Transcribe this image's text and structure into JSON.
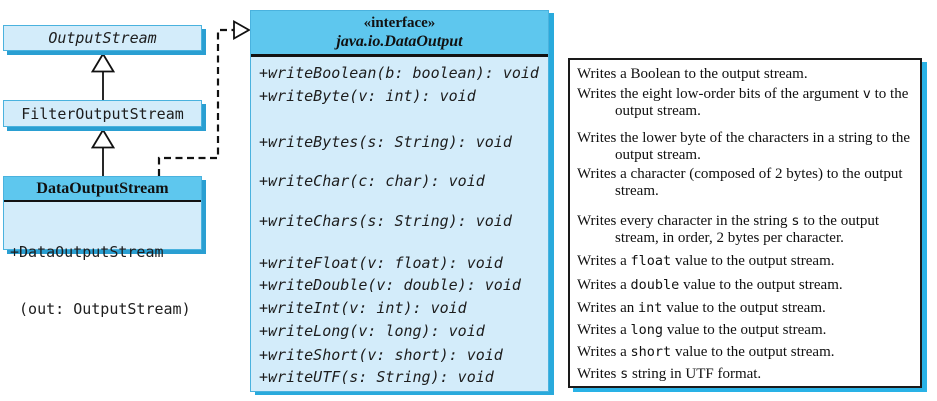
{
  "figure": {
    "kind": "UML class diagram for DataOutputStream and java.io.DataOutput"
  },
  "colors": {
    "box_fill": "#d3ecfa",
    "header_fill": "#5ec7ee",
    "box_shadow": "#2a9fd2",
    "panel_shadow": "#29b2e6"
  },
  "class_boxes": {
    "output_stream": {
      "label": "OutputStream"
    },
    "filter_output_stream": {
      "label": "FilterOutputStream"
    },
    "data_output_stream": {
      "label": "DataOutputStream",
      "constructor_line1": "+DataOutputStream",
      "constructor_line2": " (out: OutputStream)"
    }
  },
  "interface_box": {
    "stereotype": "«interface»",
    "name": "java.io.DataOutput",
    "methods": [
      "+writeBoolean(b: boolean): void",
      "+writeByte(v: int): void",
      "+writeBytes(s: String): void",
      "+writeChar(c: char): void",
      "+writeChars(s: String): void",
      "+writeFloat(v: float): void",
      "+writeDouble(v: double): void",
      "+writeInt(v: int): void",
      "+writeLong(v: long): void",
      "+writeShort(v: short): void",
      "+writeUTF(s: String): void"
    ]
  },
  "descriptions": [
    {
      "pre": "Writes a Boolean to the output stream.",
      "code": "",
      "post": ""
    },
    {
      "pre": "Writes the eight low-order bits of the argument ",
      "code": "v",
      "post": " to the output stream."
    },
    {
      "pre": "Writes the lower byte of the characters in a string to the output stream.",
      "code": "",
      "post": ""
    },
    {
      "pre": "Writes a character (composed of 2 bytes) to the output stream.",
      "code": "",
      "post": ""
    },
    {
      "pre": "Writes every character in the string ",
      "code": "s",
      "post": " to the output stream, in order, 2 bytes per character."
    },
    {
      "pre": "Writes a ",
      "code": "float",
      "post": " value to the output stream."
    },
    {
      "pre": "Writes a ",
      "code": "double",
      "post": " value to the output stream."
    },
    {
      "pre": "Writes an ",
      "code": "int",
      "post": " value to the output stream."
    },
    {
      "pre": "Writes a ",
      "code": "long",
      "post": " value to the output stream."
    },
    {
      "pre": "Writes a ",
      "code": "short",
      "post": " value to the output stream."
    },
    {
      "pre": "Writes ",
      "code": "s",
      "post": " string in UTF format."
    }
  ]
}
